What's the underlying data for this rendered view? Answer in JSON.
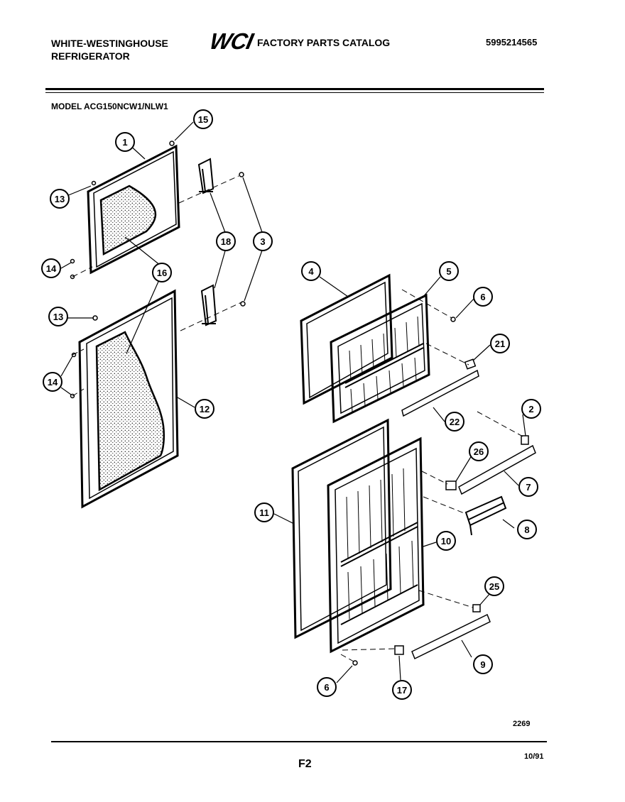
{
  "header": {
    "brand_line1": "WHITE-WESTINGHOUSE",
    "brand_line2": "REFRIGERATOR",
    "logo": "WCI",
    "catalog_title": "FACTORY PARTS CATALOG",
    "part_number": "5995214565"
  },
  "model": "MODEL ACG150NCW1/NLW1",
  "callouts": [
    "1",
    "15",
    "13",
    "18",
    "3",
    "14",
    "16",
    "13",
    "14",
    "12",
    "4",
    "5",
    "6",
    "21",
    "2",
    "22",
    "26",
    "7",
    "8",
    "11",
    "10",
    "25",
    "9",
    "6",
    "17"
  ],
  "footer": {
    "ref_number": "2269",
    "page_id": "F2",
    "date": "10/91"
  }
}
